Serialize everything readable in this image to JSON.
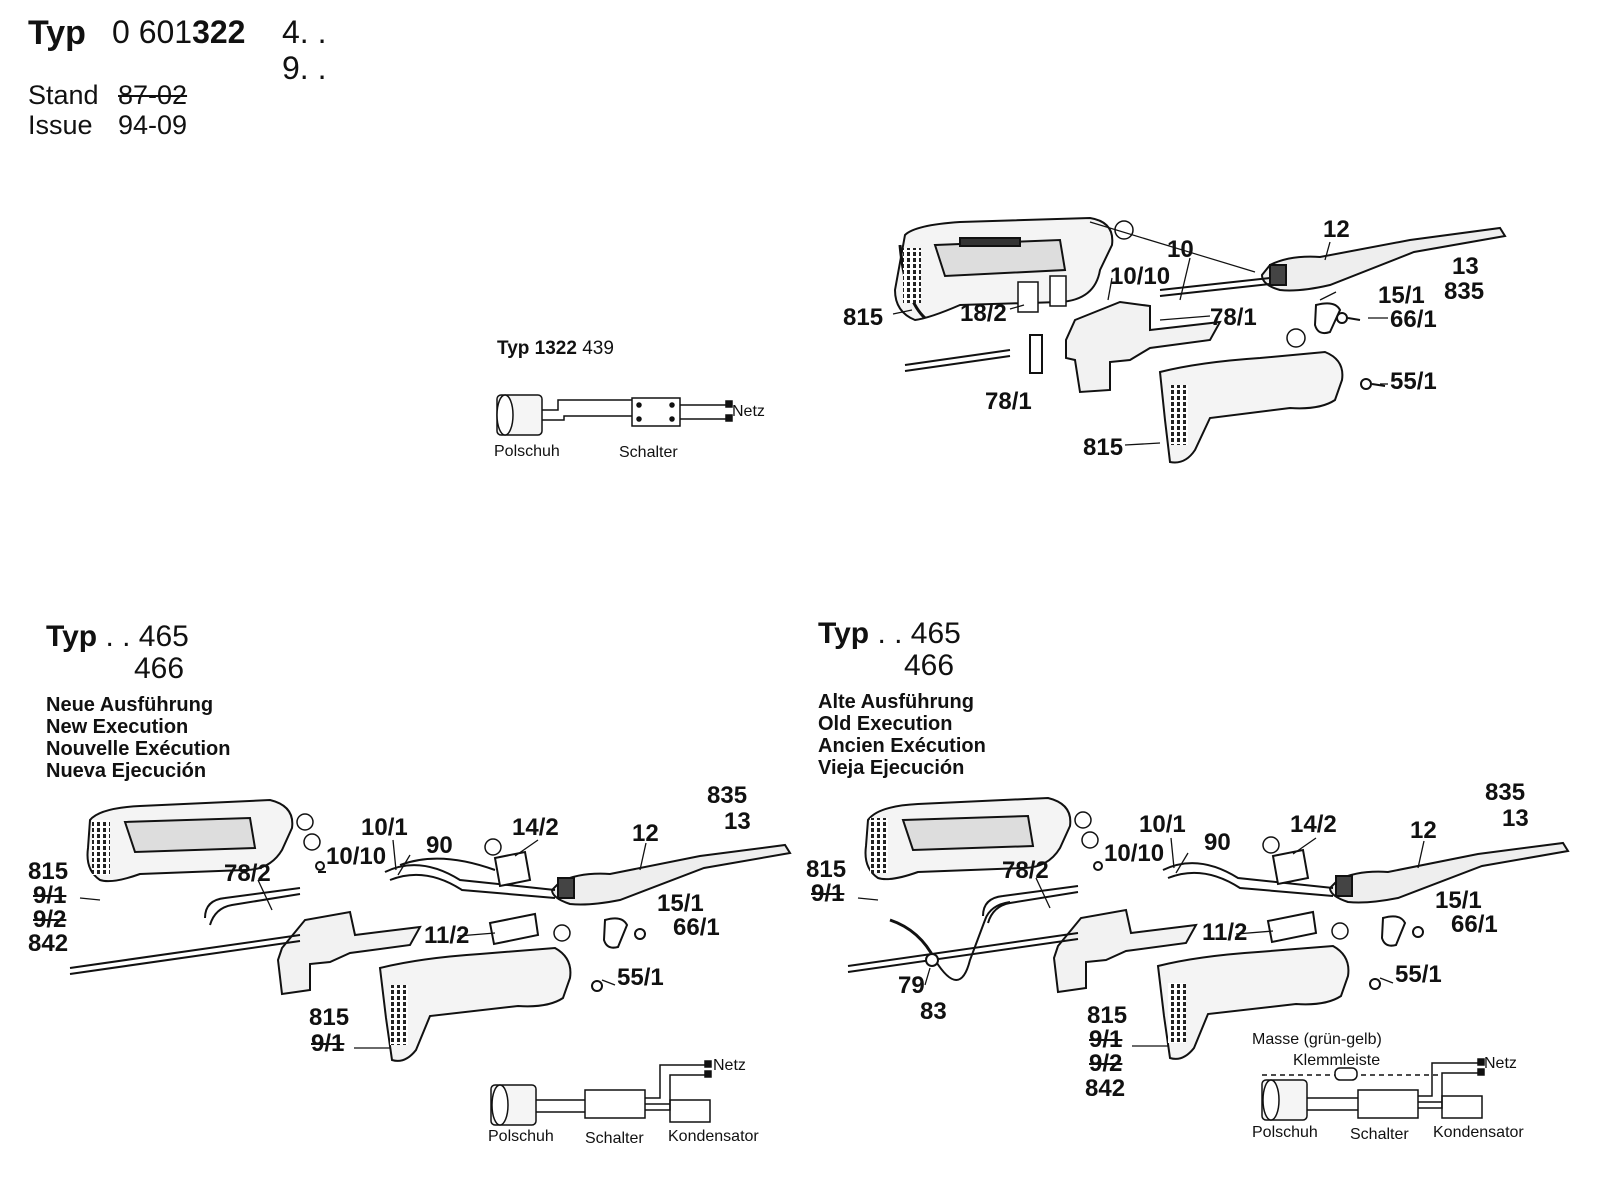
{
  "header": {
    "typ": "Typ",
    "number_prefix": "0 601",
    "number_bold": "322",
    "variant_a": "4. .",
    "variant_b": "9. .",
    "stand_label": "Stand",
    "stand_value": "87-02",
    "issue_label": "Issue",
    "issue_value": "94-09"
  },
  "top_section": {
    "schematic_title_typ": "Typ",
    "schematic_title_num": "1322",
    "schematic_title_suffix": "439",
    "schematic_labels": {
      "motor": "Polschuh",
      "switch": "Schalter",
      "mains": "Netz"
    },
    "part_labels": {
      "p12": "12",
      "p10": "10",
      "p10_10": "10/10",
      "p13": "13",
      "p835": "835",
      "p15_1": "15/1",
      "p66_1": "66/1",
      "p78_1a": "78/1",
      "p78_1b": "78/1",
      "p18_2": "18/2",
      "p815a": "815",
      "p815b": "815",
      "p55_1": "55/1"
    }
  },
  "left_section": {
    "typ": "Typ",
    "typ_num1": ". . 465",
    "typ_num2": "466",
    "execution": [
      "Neue Ausführung",
      "New Execution",
      "Nouvelle Exécution",
      "Nueva Ejecución"
    ],
    "part_labels": {
      "p835": "835",
      "p13": "13",
      "p12": "12",
      "p14_2": "14/2",
      "p10_1": "10/1",
      "p90": "90",
      "p10_10": "10/10",
      "p78_2": "78/2",
      "p815a": "815",
      "p9_1a": "9/1",
      "p9_2": "9/2",
      "p842": "842",
      "p15_1": "15/1",
      "p66_1": "66/1",
      "p11_2": "11/2",
      "p55_1": "55/1",
      "p815b": "815",
      "p9_1b": "9/1"
    },
    "schematic_labels": {
      "mains": "Netz",
      "motor": "Polschuh",
      "switch": "Schalter",
      "capacitor": "Kondensator"
    }
  },
  "right_section": {
    "typ": "Typ",
    "typ_num1": ". . 465",
    "typ_num2": "466",
    "execution": [
      "Alte Ausführung",
      "Old Execution",
      "Ancien Exécution",
      "Vieja Ejecución"
    ],
    "part_labels": {
      "p835": "835",
      "p13": "13",
      "p12": "12",
      "p14_2": "14/2",
      "p10_1": "10/1",
      "p90": "90",
      "p10_10": "10/10",
      "p78_2": "78/2",
      "p815a": "815",
      "p9_1a": "9/1",
      "p79": "79",
      "p83": "83",
      "p15_1": "15/1",
      "p66_1": "66/1",
      "p11_2": "11/2",
      "p55_1": "55/1",
      "p815b": "815",
      "p9_1b": "9/1",
      "p9_2": "9/2",
      "p842": "842"
    },
    "schematic_labels": {
      "ground": "Masse (grün-gelb)",
      "terminal": "Klemmleiste",
      "mains": "Netz",
      "motor": "Polschuh",
      "switch": "Schalter",
      "capacitor": "Kondensator"
    }
  }
}
